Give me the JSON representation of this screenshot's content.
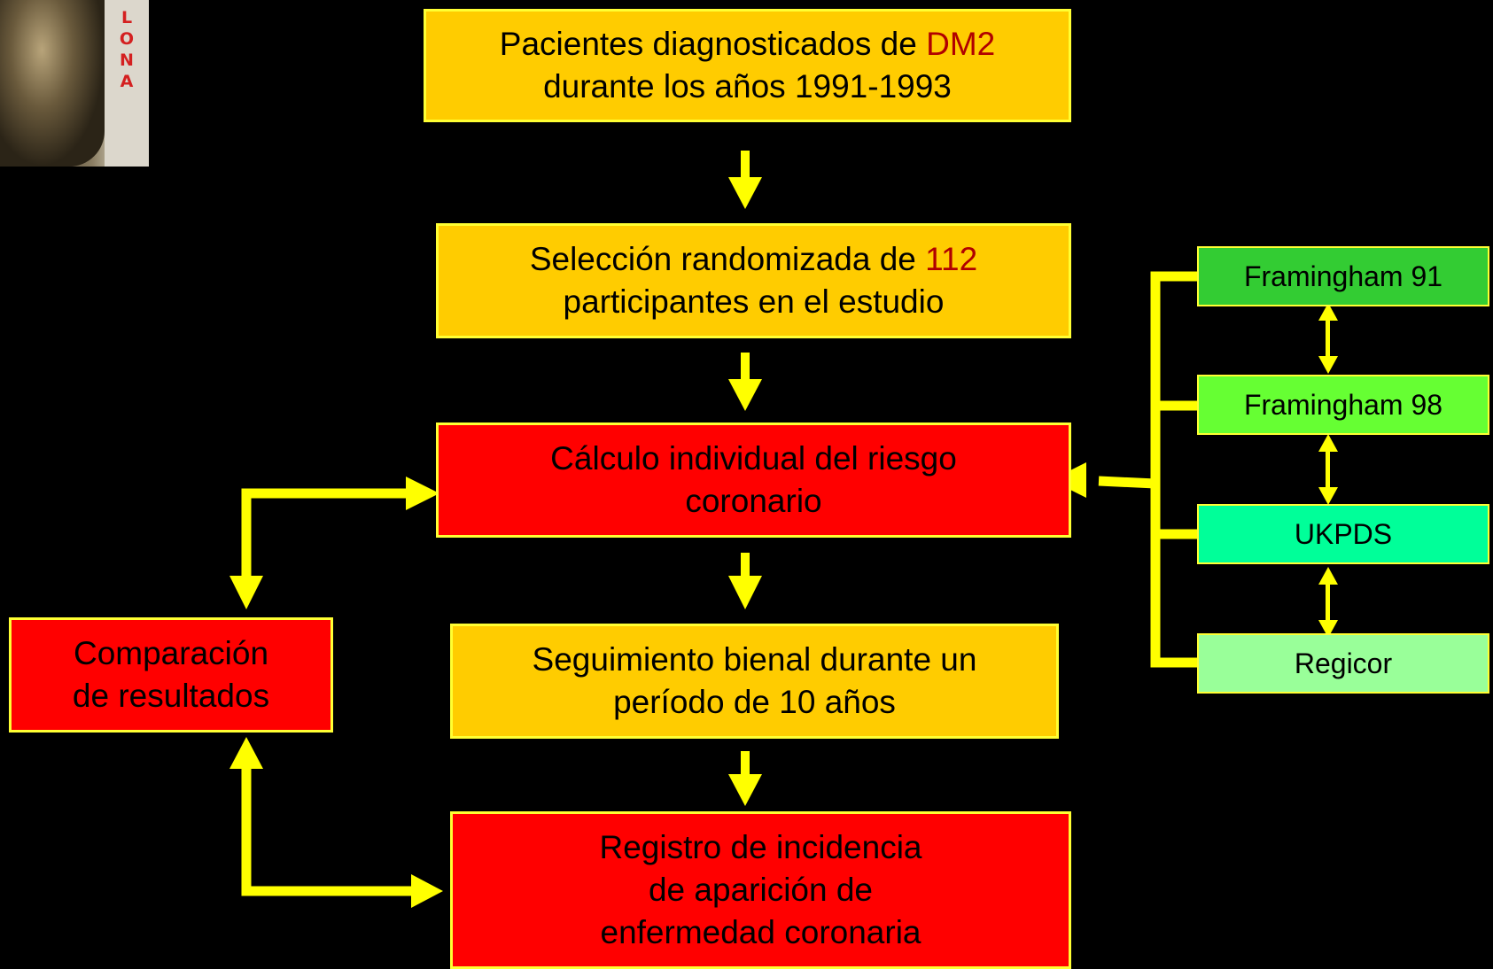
{
  "logo": {
    "letters": [
      "L",
      "O",
      "N",
      "A"
    ]
  },
  "colors": {
    "background": "#000000",
    "connector": "#FFFF00",
    "box_border": "#FFFF33",
    "gold": "#FFCC00",
    "red": "#FF0000",
    "accent_text": "#B00000",
    "framingham91": "#33CC33",
    "framingham98": "#66FF33",
    "ukpds": "#00FF99",
    "regicor": "#99FF99"
  },
  "boxes": {
    "pacientes": {
      "pre": "Pacientes diagnosticados de ",
      "accent": "DM2",
      "line2": "durante los años 1991-1993"
    },
    "seleccion": {
      "pre": "Selección randomizada de ",
      "accent": "112",
      "line2": "participantes en el estudio"
    },
    "calculo": {
      "text": "Cálculo individual del riesgo coronario"
    },
    "seguimiento": {
      "text": "Seguimiento bienal durante un período de 10 años"
    },
    "registro": {
      "text": "Registro de incidencia de aparición de enfermedad coronaria"
    },
    "comparacion": {
      "text": "Comparación de resultados"
    }
  },
  "models": [
    {
      "label": "Framingham 91"
    },
    {
      "label": "Framingham 98"
    },
    {
      "label": "UKPDS"
    },
    {
      "label": "Regicor"
    }
  ]
}
